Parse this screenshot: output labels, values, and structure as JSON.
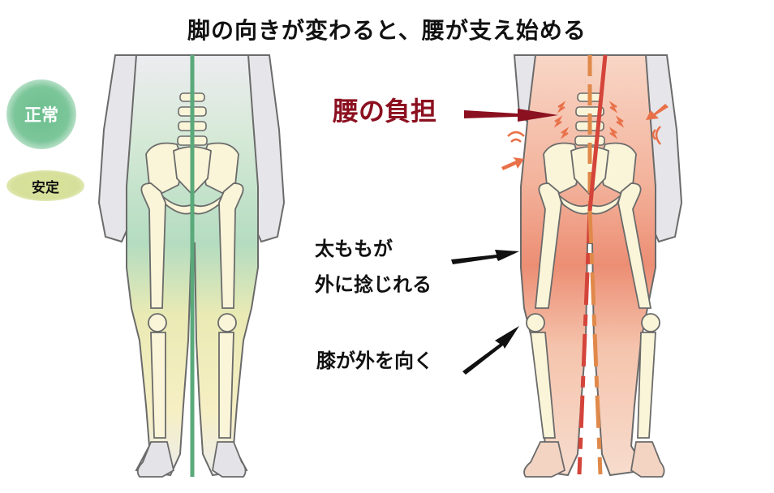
{
  "title": "脚の向きが変わると、腰が支え始める",
  "left_panel": {
    "badge_primary": "正常",
    "badge_secondary": "安定",
    "alignment_line_color": "#5aa97a",
    "highlight_colors": [
      "#a8d5b5",
      "#f3ecb0"
    ]
  },
  "right_panel": {
    "callouts": [
      {
        "id": "lower-back-load",
        "text": "腰の負担",
        "color": "#8b1020"
      },
      {
        "id": "thigh-twist-line1",
        "text": "太ももが"
      },
      {
        "id": "thigh-twist-line2",
        "text": "外に捻じれる"
      },
      {
        "id": "knee-out",
        "text": "膝が外を向く"
      }
    ],
    "alignment_line_colors": [
      "#e0894a",
      "#d4443a"
    ],
    "highlight_colors": [
      "#f6c2a8",
      "#e9735a"
    ]
  },
  "colors": {
    "outline": "#6b6b6b",
    "bone": "#faf5d8",
    "skin_gray": "#e6e6ea",
    "arrow_dark": "#111111",
    "arrow_red": "#8b1020"
  }
}
